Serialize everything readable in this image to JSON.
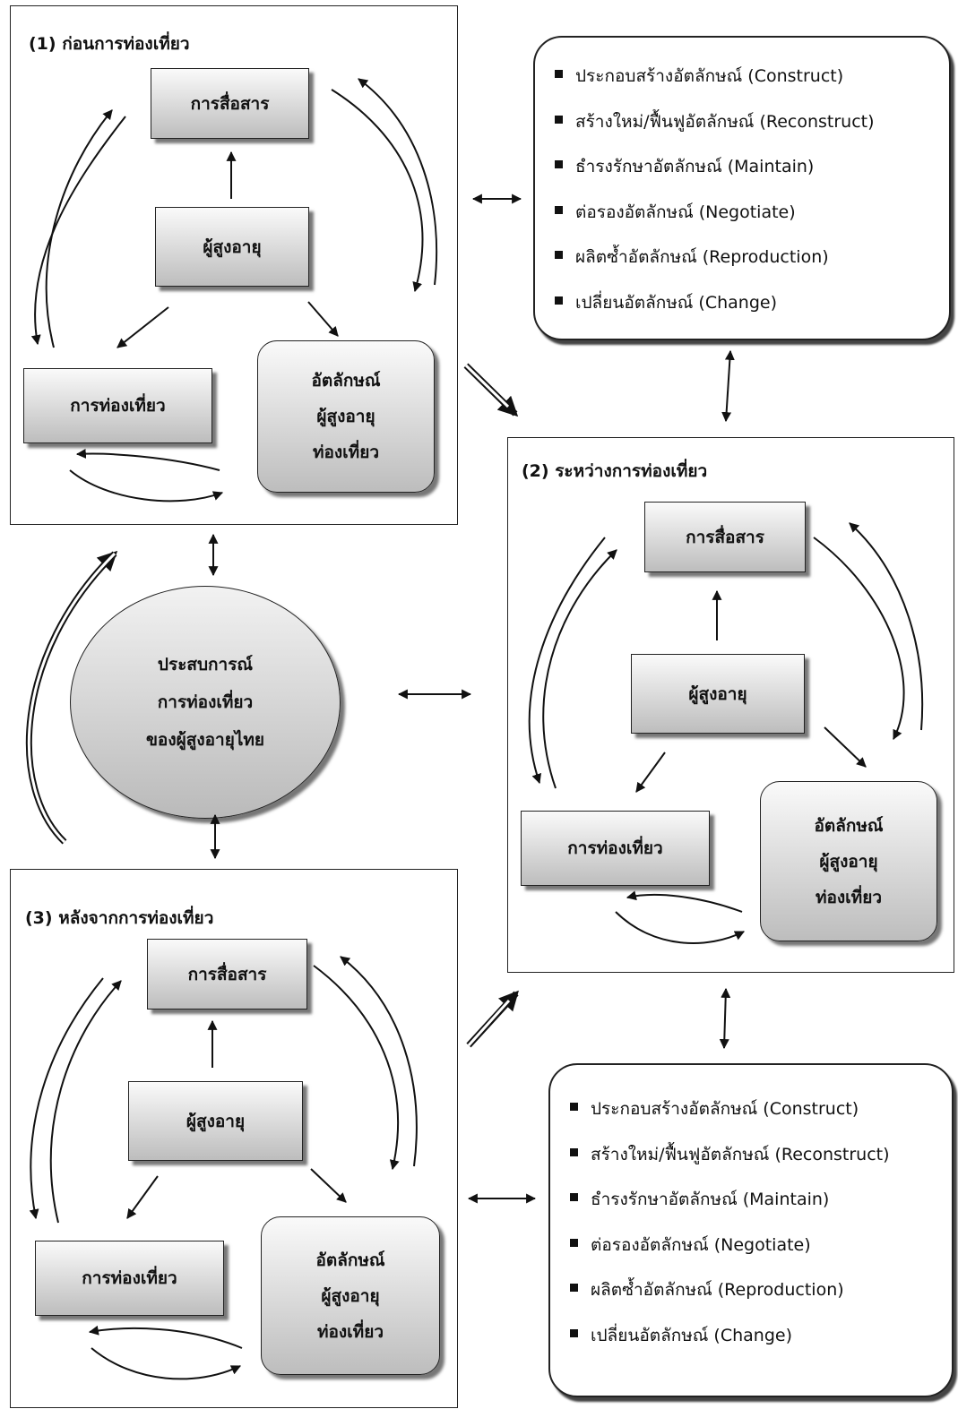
{
  "panels": {
    "before": {
      "title": "(1) ก่อนการท่องเที่ยว"
    },
    "during": {
      "title": "(2) ระหว่างการท่องเที่ยว"
    },
    "after": {
      "title": "(3) หลังจากการท่องเที่ยว"
    }
  },
  "nodes": {
    "communication": "การสื่อสาร",
    "elderly": "ผู้สูงอายุ",
    "tourism": "การท่องเที่ยว",
    "identity_lines": [
      "อัตลักษณ์",
      "ผู้สูงอายุ",
      "ท่องเที่ยว"
    ]
  },
  "center": {
    "lines": [
      "ประสบการณ์",
      "การท่องเที่ยว",
      "ของผู้สูงอายุไทย"
    ]
  },
  "identity_processes": [
    "ประกอบสร้างอัตลักษณ์ (Construct)",
    "สร้างใหม่/ฟื้นฟูอัตลักษณ์ (Reconstruct)",
    "ธำรงรักษาอัตลักษณ์ (Maintain)",
    "ต่อรองอัตลักษณ์ (Negotiate)",
    "ผลิตซ้ำอัตลักษณ์ (Reproduction)",
    "เปลี่ยนอัตลักษณ์ (Change)"
  ]
}
